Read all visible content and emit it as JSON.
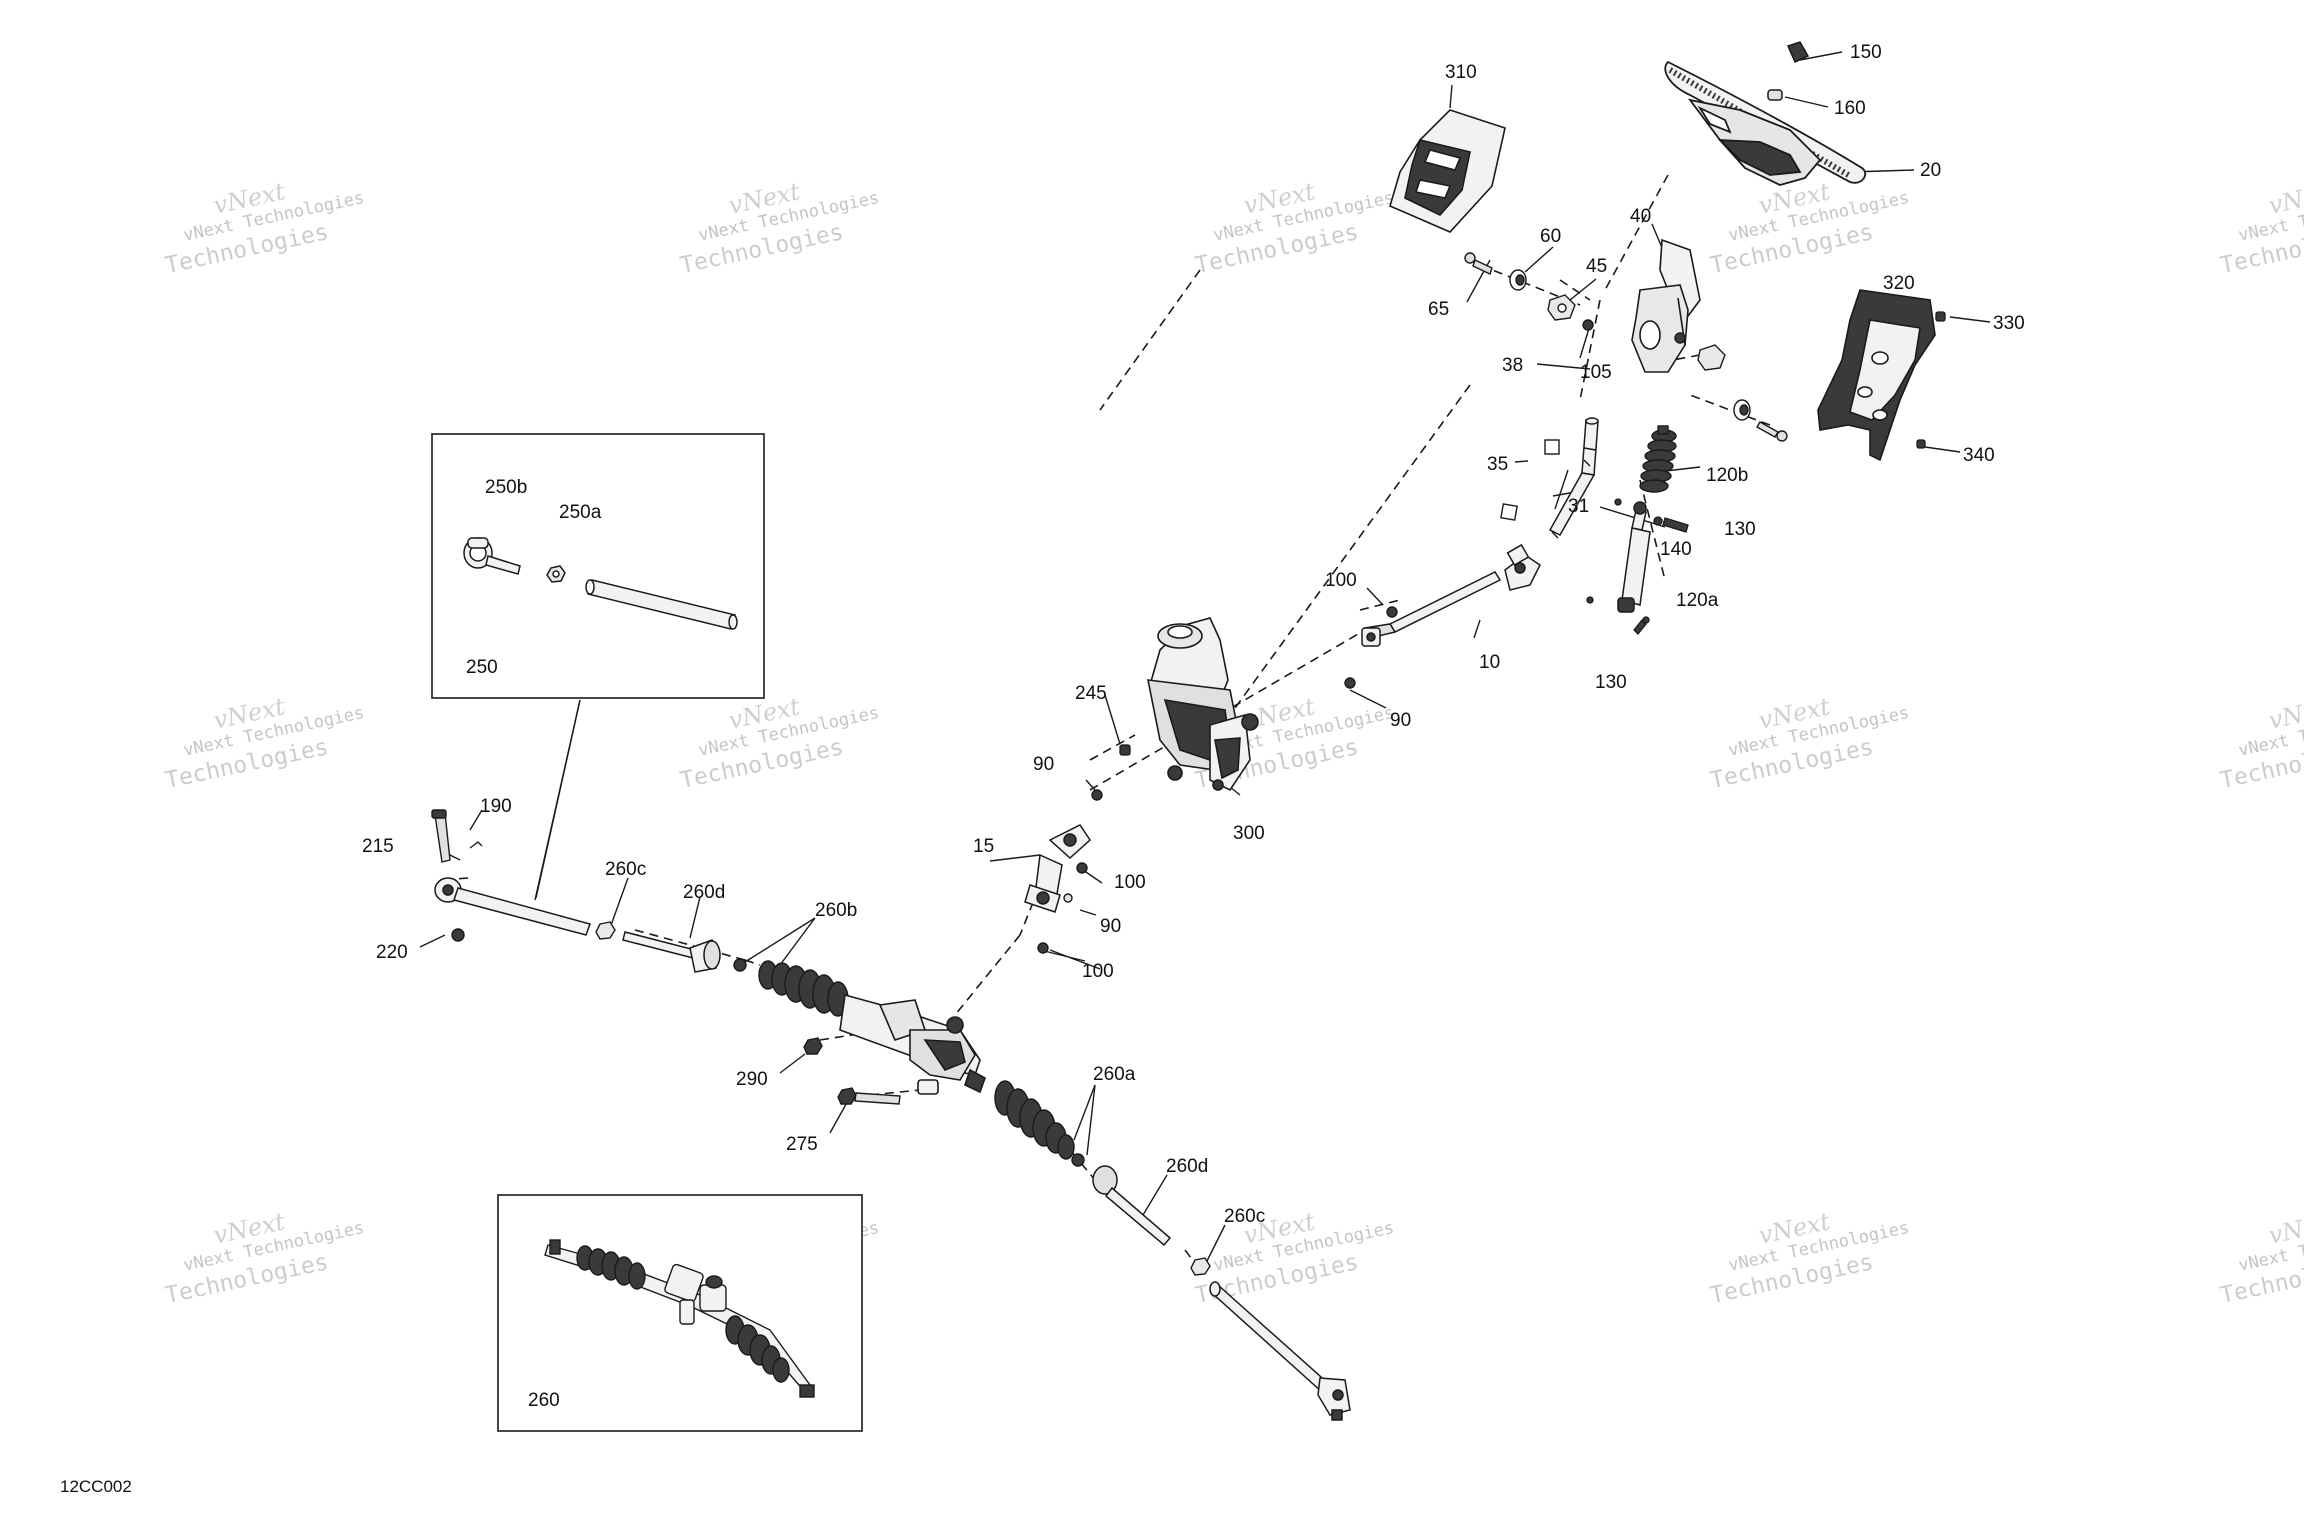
{
  "watermark": {
    "line1": "vNext Technologies",
    "line2": "Technologies",
    "overlay": "vNext"
  },
  "drawing_code": "12CC002",
  "insets": {
    "tie_rod_kit": {
      "label": "250",
      "parts": [
        "250a",
        "250b"
      ]
    },
    "steering_gear_kit": {
      "label": "260"
    }
  },
  "callouts": {
    "c150": "150",
    "c160": "160",
    "c20": "20",
    "c310": "310",
    "c40": "40",
    "c60": "60",
    "c45": "45",
    "c65": "65",
    "c105": "105",
    "c320": "320",
    "c330": "330",
    "c340": "340",
    "c38": "38",
    "c35": "35",
    "c31": "31",
    "c120b": "120b",
    "c130a": "130",
    "c140": "140",
    "c120a": "120a",
    "c130b": "130",
    "c100a": "100",
    "c10": "10",
    "c90a": "90",
    "c245": "245",
    "c90b": "90",
    "c300": "300",
    "c15": "15",
    "c100b": "100",
    "c90c": "90",
    "c100c": "100",
    "c190": "190",
    "c215": "215",
    "c220": "220",
    "c260c_a": "260c",
    "c260d_a": "260d",
    "c260b": "260b",
    "c290": "290",
    "c275": "275",
    "c260a": "260a",
    "c260d_b": "260d",
    "c260c_b": "260c"
  },
  "colors": {
    "line": "#1a1a1a",
    "fill_light": "#f2f2f2",
    "fill_dark": "#3a3a3a",
    "watermark": "#c8c8c8"
  }
}
